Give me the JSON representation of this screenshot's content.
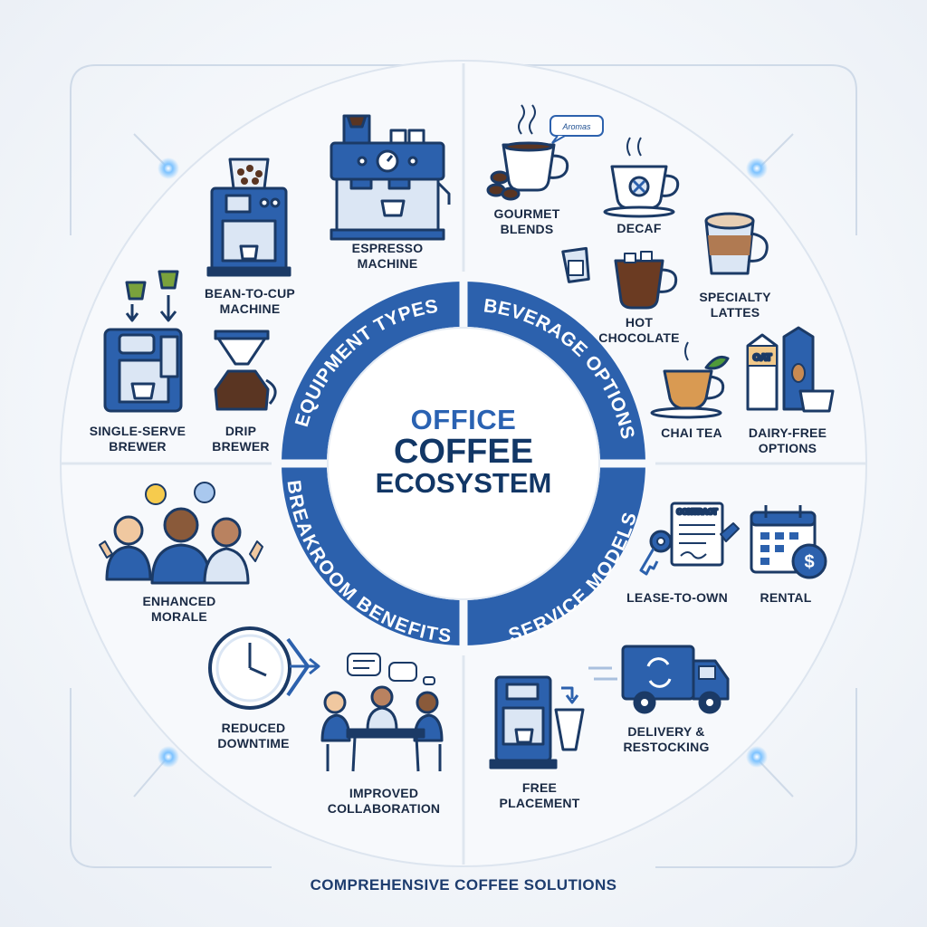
{
  "center": {
    "line1": "OFFICE",
    "line2": "COFFEE",
    "line3": "ECOSYSTEM"
  },
  "ring": {
    "equipment": "EQUIPMENT TYPES",
    "beverage": "BEVERAGE OPTIONS",
    "breakroom": "BREAKROOM BENEFITS",
    "service": "SERVICE MODELS"
  },
  "equipment_items": [
    {
      "line1": "ESPRESSO",
      "line2": "MACHINE"
    },
    {
      "line1": "BEAN-TO-CUP",
      "line2": "MACHINE"
    },
    {
      "line1": "SINGLE-SERVE",
      "line2": "BREWER"
    },
    {
      "line1": "DRIP",
      "line2": "BREWER"
    }
  ],
  "beverage_items": [
    {
      "line1": "GOURMET",
      "line2": "BLENDS"
    },
    {
      "line1": "DECAF",
      "line2": ""
    },
    {
      "line1": "SPECIALTY",
      "line2": "LATTES"
    },
    {
      "line1": "HOT",
      "line2": "CHOCOLATE"
    },
    {
      "line1": "CHAI TEA",
      "line2": ""
    },
    {
      "line1": "DAIRY-FREE",
      "line2": "OPTIONS"
    }
  ],
  "benefit_items": [
    {
      "line1": "ENHANCED",
      "line2": "MORALE"
    },
    {
      "line1": "REDUCED",
      "line2": "DOWNTIME"
    },
    {
      "line1": "IMPROVED",
      "line2": "COLLABORATION"
    }
  ],
  "service_items": [
    {
      "line1": "LEASE-TO-OWN",
      "line2": ""
    },
    {
      "line1": "RENTAL",
      "line2": ""
    },
    {
      "line1": "DELIVERY &",
      "line2": "RESTOCKING"
    },
    {
      "line1": "FREE",
      "line2": "PLACEMENT"
    }
  ],
  "bubble_aromas": "Aromas",
  "contract_label": "CONTRACT",
  "oat_label": "OAT",
  "dollar_sign": "$",
  "footer": "COMPREHENSIVE COFFEE SOLUTIONS",
  "colors": {
    "primary": "#2a62b2",
    "dark": "#123766",
    "light": "#dbe6f4",
    "coffee": "#5a3522"
  }
}
